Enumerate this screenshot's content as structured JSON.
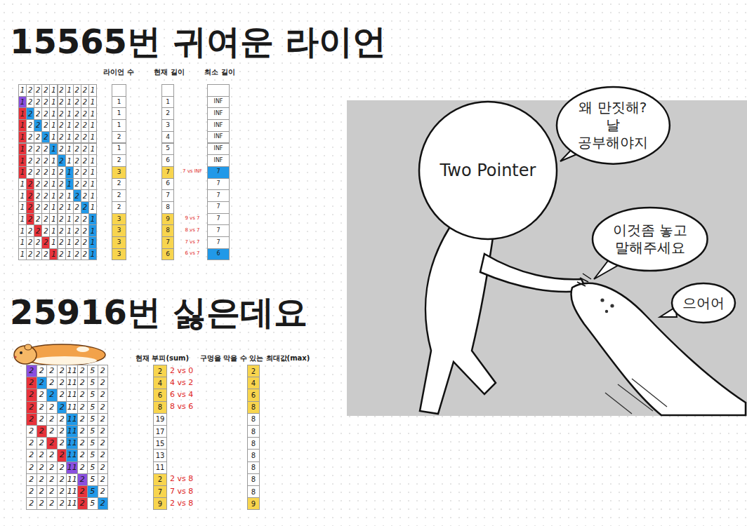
{
  "diagram": {
    "nodes": [
      {
        "text": [
          "Two Pointer"
        ]
      },
      {
        "text": [
          "왜 만짓해? 날 공부해야지"
        ]
      },
      {
        "text": [
          "이것좀 놓고 말해주세요"
        ]
      },
      {
        "text": [
          "으어어"
        ]
      }
    ],
    "labels": [
      "15565번 귀여운 라이언",
      "라이언 수",
      "현재 길이",
      "최소 길이",
      "1",
      "2",
      "2",
      "2",
      "1",
      "2",
      "1",
      "2",
      "2",
      "1",
      "1",
      "2",
      "2",
      "2",
      "1",
      "2",
      "1",
      "2",
      "2",
      "1",
      "1",
      "2",
      "2",
      "2",
      "1",
      "2",
      "1",
      "2",
      "2",
      "1",
      "1",
      "2",
      "2",
      "2",
      "1",
      "2",
      "1",
      "2",
      "2",
      "1",
      "1",
      "2",
      "2",
      "2",
      "1",
      "2",
      "1",
      "2",
      "2",
      "1",
      "1",
      "2",
      "2",
      "2",
      "1",
      "2",
      "1",
      "2",
      "2",
      "1",
      "1",
      "2",
      "2",
      "2",
      "1",
      "2",
      "1",
      "2",
      "2",
      "1",
      "1",
      "2",
      "2",
      "2",
      "1",
      "2",
      "1",
      "2",
      "2",
      "1",
      "1",
      "2",
      "2",
      "2",
      "1",
      "2",
      "1",
      "2",
      "2",
      "1",
      "1",
      "2",
      "2",
      "2",
      "1",
      "2",
      "1",
      "2",
      "2",
      "1",
      "1",
      "2",
      "2",
      "2",
      "1",
      "2",
      "1",
      "2",
      "2",
      "1",
      "1",
      "2",
      "2",
      "2",
      "1",
      "2",
      "1",
      "2",
      "2",
      "1",
      "1",
      "2",
      "2",
      "2",
      "1",
      "2",
      "1",
      "2",
      "2",
      "1",
      "1",
      "2",
      "2",
      "2",
      "1",
      "2",
      "1",
      "2",
      "2",
      "1",
      "1",
      "2",
      "2",
      "2",
      "1",
      "2",
      "1",
      "2",
      "2",
      "1",
      "1",
      "1",
      "1",
      "2",
      "1",
      "2",
      "3",
      "2",
      "2",
      "2",
      "3",
      "3",
      "3",
      "3",
      "1",
      "2",
      "3",
      "4",
      "5",
      "6",
      "7",
      "6",
      "7",
      "8",
      "9",
      "8",
      "7",
      "6",
      "INF",
      "INF",
      "INF",
      "INF",
      "INF",
      "INF",
      "7",
      "7",
      "7",
      "7",
      "7",
      "7",
      "7",
      "6",
      "7 vs INF",
      "9 vs 7",
      "8 vs 7",
      "7 vs 7",
      "6 vs 7",
      "25916번 싫은데요",
      "현재 부피(sum)",
      "구멍을 막을 수 있는 최대값(max)",
      "2",
      "2",
      "2",
      "2",
      "11",
      "2",
      "5",
      "2",
      "2",
      "2",
      "2",
      "2",
      "11",
      "2",
      "5",
      "2",
      "2",
      "2",
      "2",
      "2",
      "11",
      "2",
      "5",
      "2",
      "2",
      "2",
      "2",
      "2",
      "11",
      "2",
      "5",
      "2",
      "2",
      "2",
      "2",
      "2",
      "11",
      "2",
      "5",
      "2",
      "2",
      "2",
      "2",
      "2",
      "11",
      "2",
      "5",
      "2",
      "2",
      "2",
      "2",
      "2",
      "11",
      "2",
      "5",
      "2",
      "2",
      "2",
      "2",
      "2",
      "11",
      "2",
      "5",
      "2",
      "2",
      "2",
      "2",
      "2",
      "11",
      "2",
      "5",
      "2",
      "2",
      "2",
      "2",
      "2",
      "11",
      "2",
      "5",
      "2",
      "2",
      "2",
      "2",
      "2",
      "11",
      "2",
      "5",
      "2",
      "2",
      "2",
      "2",
      "2",
      "11",
      "2",
      "5",
      "2",
      "2",
      "4",
      "6",
      "8",
      "19",
      "17",
      "15",
      "13",
      "11",
      "2",
      "7",
      "9",
      "2 vs 0",
      "4 vs 2",
      "6 vs 4",
      "8 vs 6",
      "2 vs 8",
      "7 vs 8",
      "2 vs 8",
      "2",
      "4",
      "6",
      "8",
      "8",
      "8",
      "8",
      "8",
      "8",
      "8",
      "8",
      "9"
    ]
  }
}
